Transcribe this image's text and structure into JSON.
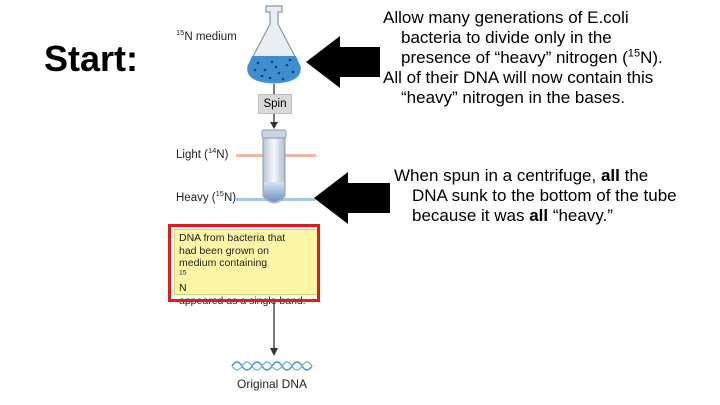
{
  "start": {
    "title": "Start:"
  },
  "diagram": {
    "medium_mass": "15",
    "medium_label": "N medium",
    "spin_label": "Spin",
    "light_label_pre": "Light (",
    "light_mass": "14",
    "light_label_post": "N)",
    "heavy_label_pre": "Heavy (",
    "heavy_mass": "15",
    "heavy_label_post": "N)",
    "callout": {
      "line1": "DNA from bacteria that",
      "line2": "had been grown on",
      "line3_pre": "medium containing ",
      "line3_mass": "15",
      "line3_post": "N",
      "line4": "appeared as a single band."
    },
    "original_label": "Original DNA"
  },
  "text_top": {
    "line1": "Allow many generations of E.coli",
    "line2": "bacteria to divide only in the",
    "line3_pre": "presence of “heavy” nitrogen (",
    "line3_mass": "15",
    "line3_post": "N).",
    "line4": "All of their DNA will now contain this",
    "line5": "“heavy” nitrogen in the bases."
  },
  "text_bottom": {
    "line1_pre": "When spun in a centrifuge, ",
    "line1_bold": "all",
    "line1_post": " the",
    "line2": "DNA sunk to the bottom of the tube",
    "line3_pre": "because it was ",
    "line3_bold": "all",
    "line3_post": " “heavy.”"
  },
  "colors": {
    "red_frame": "#e01b1b",
    "callout_fill": "#fdf5a6",
    "light_band": "#f2b6a8",
    "heavy_band": "#a9c8e8",
    "medium_blue": "#3f8fd0",
    "arrow_black": "#000000"
  }
}
